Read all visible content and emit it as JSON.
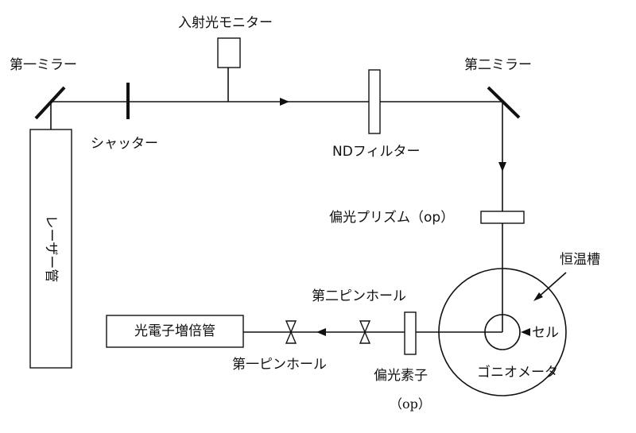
{
  "labels": {
    "incident_monitor": "入射光モニター",
    "first_mirror": "第一ミラー",
    "second_mirror": "第二ミラー",
    "shutter": "シャッター",
    "nd_filter": "NDフィルター",
    "laser_tube": "レーザー管",
    "polarizing_prism": "偏光プリズム（op）",
    "thermostat_bath": "恒温槽",
    "second_pinhole": "第二ピンホール",
    "first_pinhole": "第一ピンホール",
    "photomultiplier": "光電子増倍管",
    "cell": "セル",
    "goniometer": "ゴニオメータ",
    "polarizer": "偏光素子",
    "polarizer_op": "（op）"
  }
}
